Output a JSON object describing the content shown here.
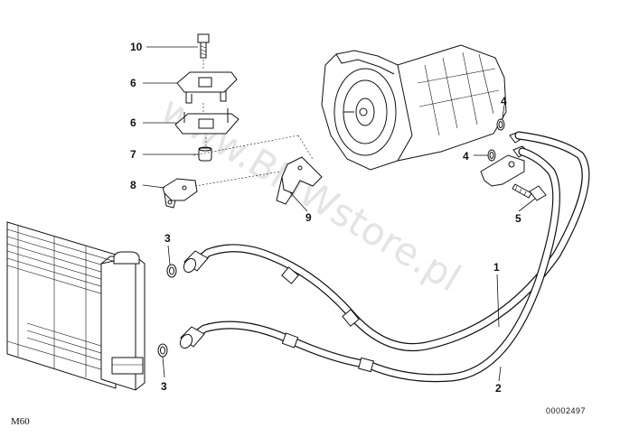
{
  "callouts": {
    "p10": "10",
    "p6a": "6",
    "p6b": "6",
    "p7": "7",
    "p8": "8",
    "p9": "9",
    "p4a": "4",
    "p4b": "4",
    "p5": "5",
    "p3a": "3",
    "p3b": "3",
    "p1": "1",
    "p2": "2"
  },
  "footer": {
    "model": "M60",
    "drawing_number": "00002497"
  },
  "watermark": "www.BMWstore.pl"
}
